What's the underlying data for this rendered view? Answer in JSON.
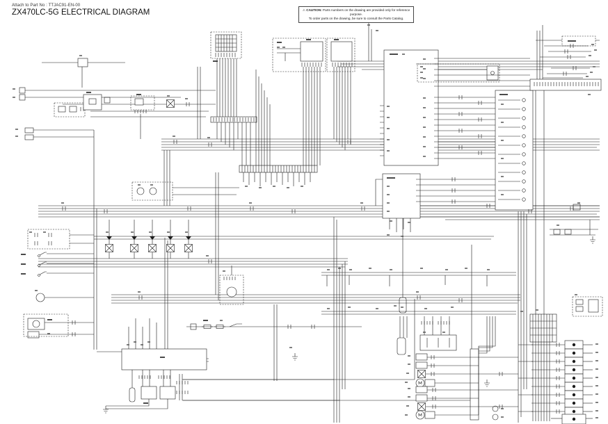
{
  "header": {
    "attach_line": "Attach to Part No : TTJAC91-EN-00",
    "title": "ZX470LC-5G ELECTRICAL DIAGRAM"
  },
  "caution": {
    "icon": "⚠",
    "label": "CAUTION:",
    "line1": "Parts numbers on the drawing are provided only for reference purpose.",
    "line2": "To order parts on the drawing, be sure to consult the Parts Catalog."
  },
  "colors": {
    "background": "#ffffff",
    "wire": "#1c1c1c",
    "harness_gray": "#9a9a9a",
    "label_ink": "#4a4a4a",
    "caution_border": "#444444"
  }
}
